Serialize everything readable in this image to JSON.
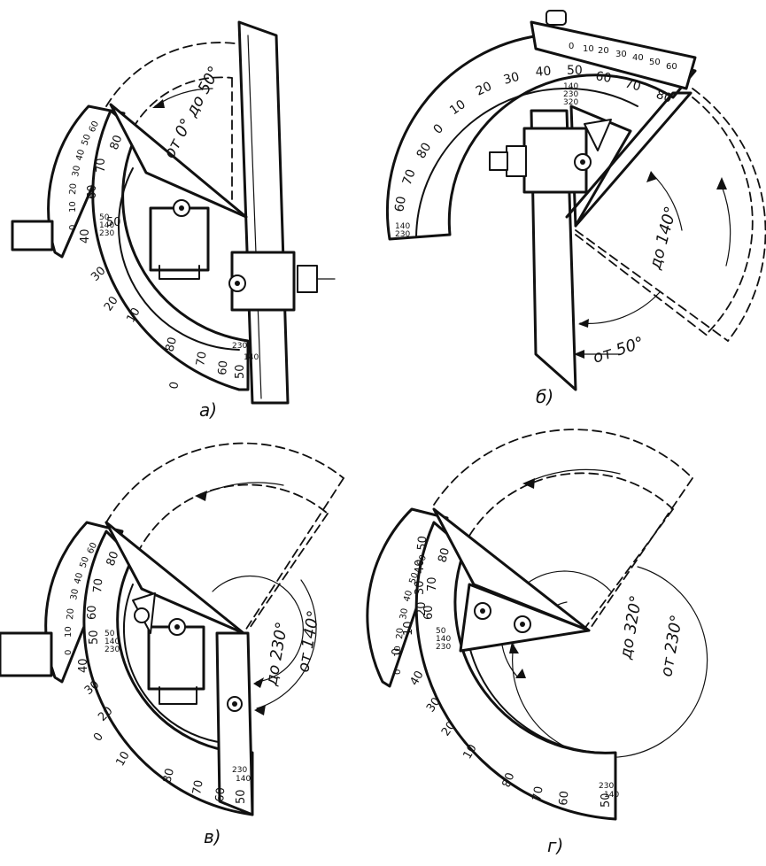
{
  "panels": [
    {
      "id": "a",
      "caption": "а)",
      "range_text": "от 0° до 50°",
      "main_scale": [
        "0",
        "10",
        "20",
        "30",
        "40",
        "50",
        "60",
        "70",
        "80"
      ],
      "vernier_scale": [
        "0",
        "10",
        "20",
        "30",
        "40",
        "50",
        "60"
      ],
      "inner_marks": [
        "50",
        "140",
        "230"
      ]
    },
    {
      "id": "b",
      "caption": "б)",
      "from_label": "от 50°",
      "to_label": "до 140°",
      "main_scale": [
        "80",
        "70",
        "60",
        "50",
        "40",
        "30",
        "20",
        "10",
        "0"
      ],
      "vernier_scale": [
        "0",
        "10",
        "20",
        "30",
        "40",
        "50",
        "60"
      ],
      "inner_marks": [
        "140",
        "230",
        "320"
      ]
    },
    {
      "id": "v",
      "caption": "в)",
      "from_label": "от 140°",
      "to_label": "до 230°",
      "main_scale": [
        "0",
        "10",
        "20",
        "30",
        "40",
        "50",
        "60",
        "70",
        "80"
      ],
      "vernier_scale": [
        "0",
        "10",
        "20",
        "30",
        "40",
        "50",
        "60"
      ],
      "inner_marks": [
        "50",
        "140",
        "230"
      ]
    },
    {
      "id": "g",
      "caption": "г)",
      "from_label": "от 230°",
      "to_label": "до 320°",
      "main_scale": [
        "0",
        "10",
        "20",
        "30",
        "40",
        "50",
        "60",
        "70",
        "80"
      ],
      "vernier_scale": [
        "0",
        "10",
        "20",
        "30",
        "40",
        "50",
        "60"
      ],
      "inner_marks": [
        "50",
        "140",
        "230"
      ]
    }
  ],
  "colors": {
    "ink": "#111111",
    "paper": "#ffffff"
  }
}
